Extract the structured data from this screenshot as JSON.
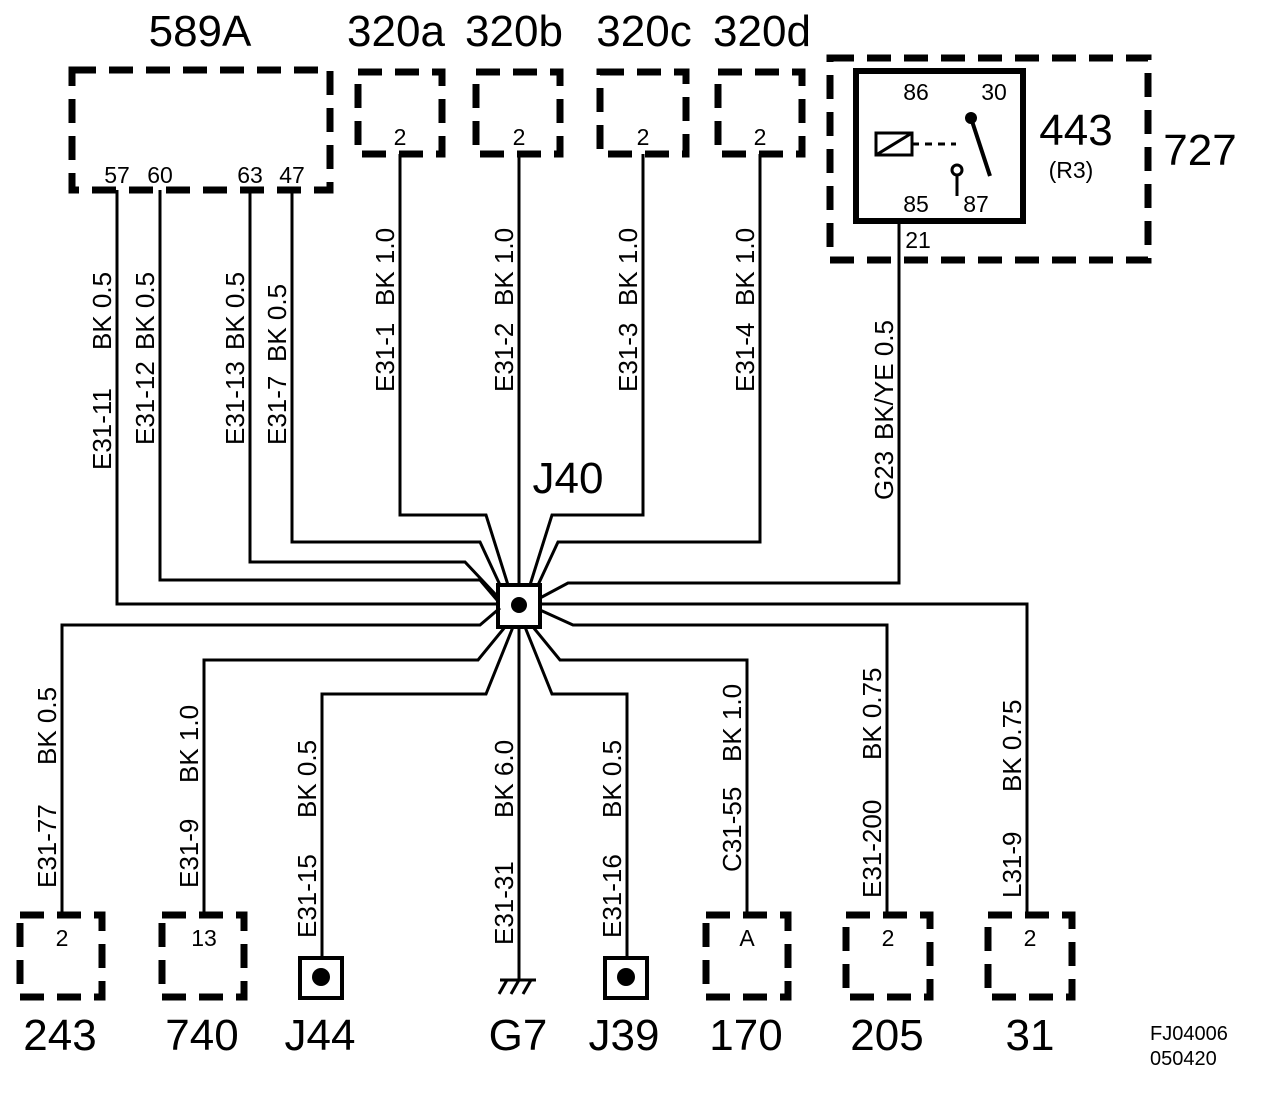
{
  "components": {
    "c589a": {
      "label": "589A",
      "pins": [
        "57",
        "60",
        "63",
        "47"
      ]
    },
    "c320a": {
      "label": "320a",
      "pin": "2"
    },
    "c320b": {
      "label": "320b",
      "pin": "2"
    },
    "c320c": {
      "label": "320c",
      "pin": "2"
    },
    "c320d": {
      "label": "320d",
      "pin": "2"
    },
    "c727": {
      "label": "727"
    },
    "c443": {
      "label": "443",
      "sub": "(R3)",
      "pins": [
        "86",
        "30",
        "85",
        "87",
        "21"
      ]
    },
    "j40": {
      "label": "J40"
    },
    "c243": {
      "label": "243",
      "pin": "2"
    },
    "c740": {
      "label": "740",
      "pin": "13"
    },
    "j44": {
      "label": "J44"
    },
    "g7": {
      "label": "G7"
    },
    "j39": {
      "label": "J39"
    },
    "c170": {
      "label": "170",
      "pin": "A"
    },
    "c205": {
      "label": "205",
      "pin": "2"
    },
    "c31": {
      "label": "31",
      "pin": "2"
    }
  },
  "wires": {
    "w57": {
      "id": "E31-11",
      "spec": "BK  0.5"
    },
    "w60": {
      "id": "E31-12",
      "spec": "BK  0.5"
    },
    "w63": {
      "id": "E31-13",
      "spec": "BK  0.5"
    },
    "w47": {
      "id": "E31-7",
      "spec": "BK  0.5"
    },
    "w320a": {
      "id": "E31-1",
      "spec": "BK  1.0"
    },
    "w320b": {
      "id": "E31-2",
      "spec": "BK  1.0"
    },
    "w320c": {
      "id": "E31-3",
      "spec": "BK  1.0"
    },
    "w320d": {
      "id": "E31-4",
      "spec": "BK  1.0"
    },
    "w443": {
      "id": "G23",
      "spec": "BK/YE   0.5"
    },
    "w243": {
      "id": "E31-77",
      "spec": "BK  0.5"
    },
    "w740": {
      "id": "E31-9",
      "spec": "BK  1.0"
    },
    "wj44": {
      "id": "E31-15",
      "spec": "BK  0.5"
    },
    "wg7": {
      "id": "E31-31",
      "spec": "BK  6.0"
    },
    "wj39": {
      "id": "E31-16",
      "spec": "BK  0.5"
    },
    "w170": {
      "id": "C31-55",
      "spec": "BK  1.0"
    },
    "w205": {
      "id": "E31-200",
      "spec": "BK  0.75"
    },
    "w31": {
      "id": "L31-9",
      "spec": "BK  0.75"
    }
  },
  "footer": {
    "code_line1": "FJ04006",
    "code_line2": "050420"
  }
}
